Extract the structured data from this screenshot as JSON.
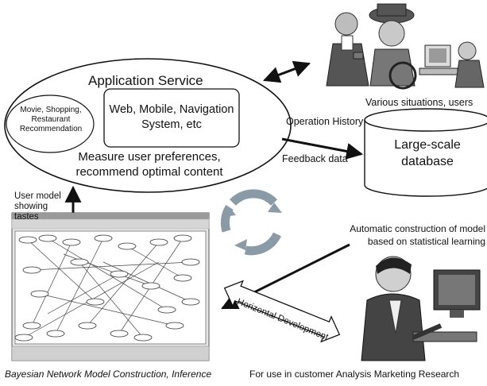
{
  "application_service": {
    "title": "Application Service",
    "examples": "Movie, Shopping, Restaurant Recommendation",
    "platforms": "Web, Mobile, Navigation System, etc",
    "measure": "Measure user preferences, recommend optimal content"
  },
  "users_caption": "Various situations, users",
  "operation_history": "Operation History",
  "feedback_data": "Feedback data",
  "database": "Large-scale database",
  "user_model": "User model showing tastes",
  "automatic_construction": "Automatic construction of model based on statistical learning",
  "horizontal_development": "Horizontal Development",
  "bayesian_caption": "Bayesian Network Model Construction, Inference",
  "customer_caption": "For use in customer Analysis Marketing Research",
  "colors": {
    "line": "#111111",
    "recycle": "#8a9aa6",
    "screenshot_bg": "#e6e6e6"
  },
  "icons": [
    "people-illustration",
    "recycle-arrows-icon",
    "analyst-at-computer-illustration",
    "bayesian-network-screenshot"
  ]
}
